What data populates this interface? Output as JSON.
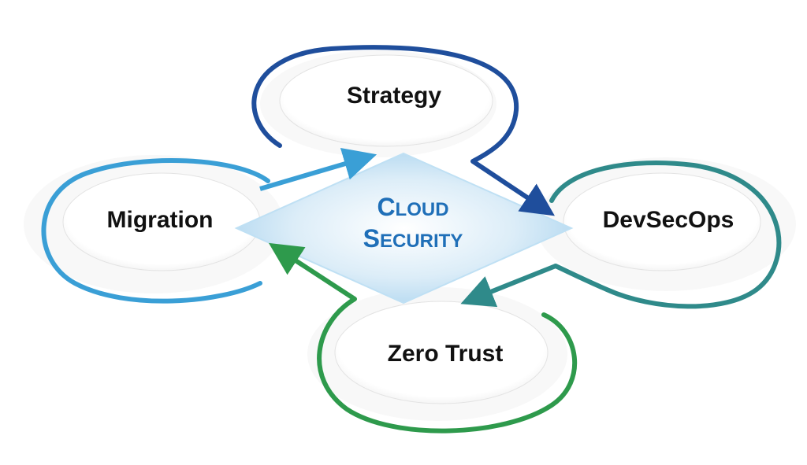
{
  "center": {
    "line1_initial": "C",
    "line1_rest": "LOUD",
    "line2_initial": "S",
    "line2_rest": "ECURITY"
  },
  "nodes": [
    {
      "id": "strategy",
      "label": "Strategy"
    },
    {
      "id": "devsecops",
      "label": "DevSecOps"
    },
    {
      "id": "zero-trust",
      "label": "Zero Trust"
    },
    {
      "id": "migration",
      "label": "Migration"
    }
  ],
  "cycle": [
    {
      "from": "Migration",
      "to": "Strategy"
    },
    {
      "from": "Strategy",
      "to": "DevSecOps"
    },
    {
      "from": "DevSecOps",
      "to": "Zero Trust"
    },
    {
      "from": "Zero Trust",
      "to": "Migration"
    }
  ],
  "colors": {
    "strategy": "#1f4e9c",
    "devsecops": "#2f8a8a",
    "zero_trust": "#2e9a4c",
    "migration": "#3a9fd6",
    "center_fill": "#cfe8f7",
    "center_text": "#1f6fb8"
  }
}
